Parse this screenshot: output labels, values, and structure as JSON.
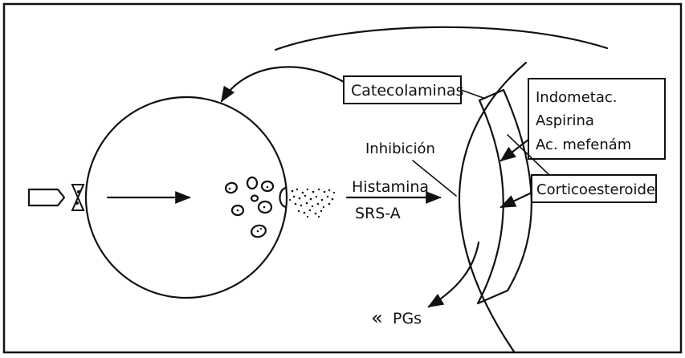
{
  "labels": {
    "catecolaminas": "Catecolaminas",
    "indometac": "Indometac.",
    "aspirina": "Aspirina",
    "ac_mefenam": "Ac. mefenám",
    "inhibicion": "Inhibición",
    "corticoesteroide": "Corticoesteroide",
    "histamina": "Histamina",
    "srs_a": "SRS-A",
    "pgs": "PGs",
    "pgs_glyph": "«"
  }
}
